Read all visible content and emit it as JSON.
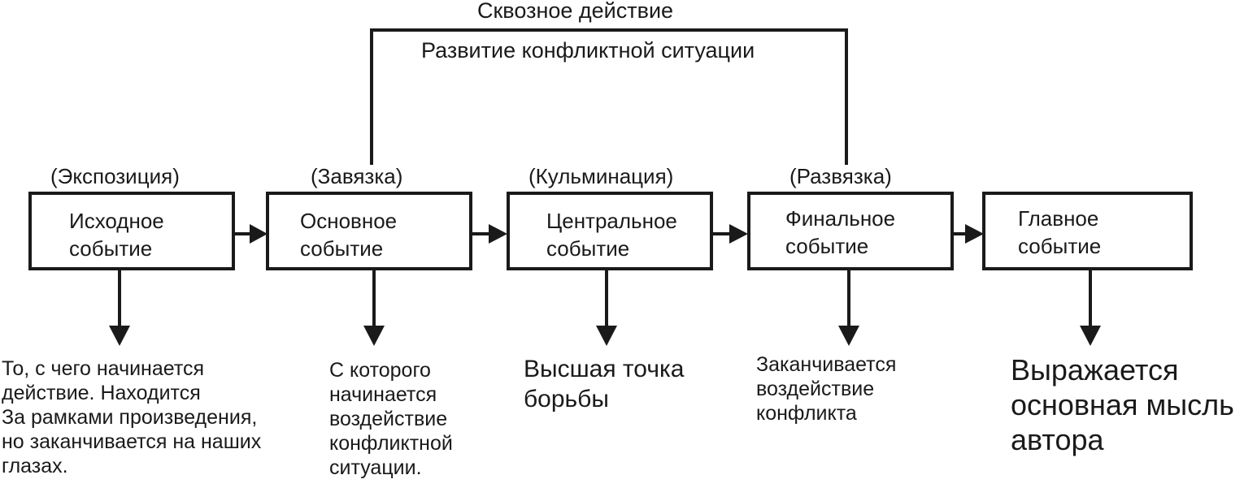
{
  "diagram": {
    "through_action": "Сквозное действие",
    "conflict_development": "Развитие конфликтной ситуации",
    "stages": [
      {
        "stage": "(Экспозиция)",
        "box": [
          "Исходное",
          "событие"
        ],
        "description": [
          "То, с чего начинается",
          "действие. Находится",
          "За рамками произведения,",
          "но заканчивается на наших",
          "глазах."
        ]
      },
      {
        "stage": "(Завязка)",
        "box": [
          "Основное",
          "событие"
        ],
        "description": [
          "С которого",
          "начинается",
          "воздействие",
          "конфликтной",
          "ситуации."
        ]
      },
      {
        "stage": "(Кульминация)",
        "box": [
          "Центральное",
          "событие"
        ],
        "description": [
          "Высшая точка",
          "борьбы"
        ]
      },
      {
        "stage": "(Развязка)",
        "box": [
          "Финальное",
          "событие"
        ],
        "description": [
          "Заканчивается",
          "воздействие",
          "конфликта"
        ]
      },
      {
        "stage": "",
        "box": [
          "Главное",
          "событие"
        ],
        "description": [
          "Выражается",
          "основная мысль",
          "автора"
        ]
      }
    ]
  }
}
